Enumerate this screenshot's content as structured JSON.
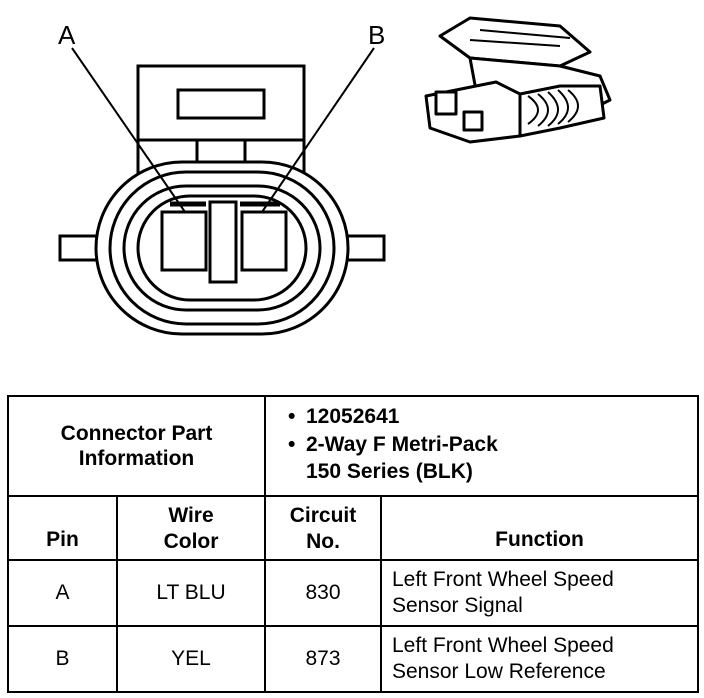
{
  "diagram": {
    "pin_a_label": "A",
    "pin_b_label": "B"
  },
  "table": {
    "part_info_label": [
      "Connector Part",
      "Information"
    ],
    "part_info_bullets": [
      {
        "lines": [
          "12052641"
        ]
      },
      {
        "lines": [
          "2-Way F Metri-Pack",
          "150 Series (BLK)"
        ]
      }
    ],
    "headers": {
      "pin": "Pin",
      "wire_color": [
        "Wire",
        "Color"
      ],
      "circuit_no": [
        "Circuit",
        "No."
      ],
      "function": "Function"
    },
    "rows": [
      {
        "pin": "A",
        "wire_color": "LT BLU",
        "circuit": "830",
        "function": [
          "Left Front Wheel Speed",
          "Sensor Signal"
        ]
      },
      {
        "pin": "B",
        "wire_color": "YEL",
        "circuit": "873",
        "function": [
          "Left Front Wheel Speed",
          "Sensor Low Reference"
        ]
      }
    ]
  }
}
